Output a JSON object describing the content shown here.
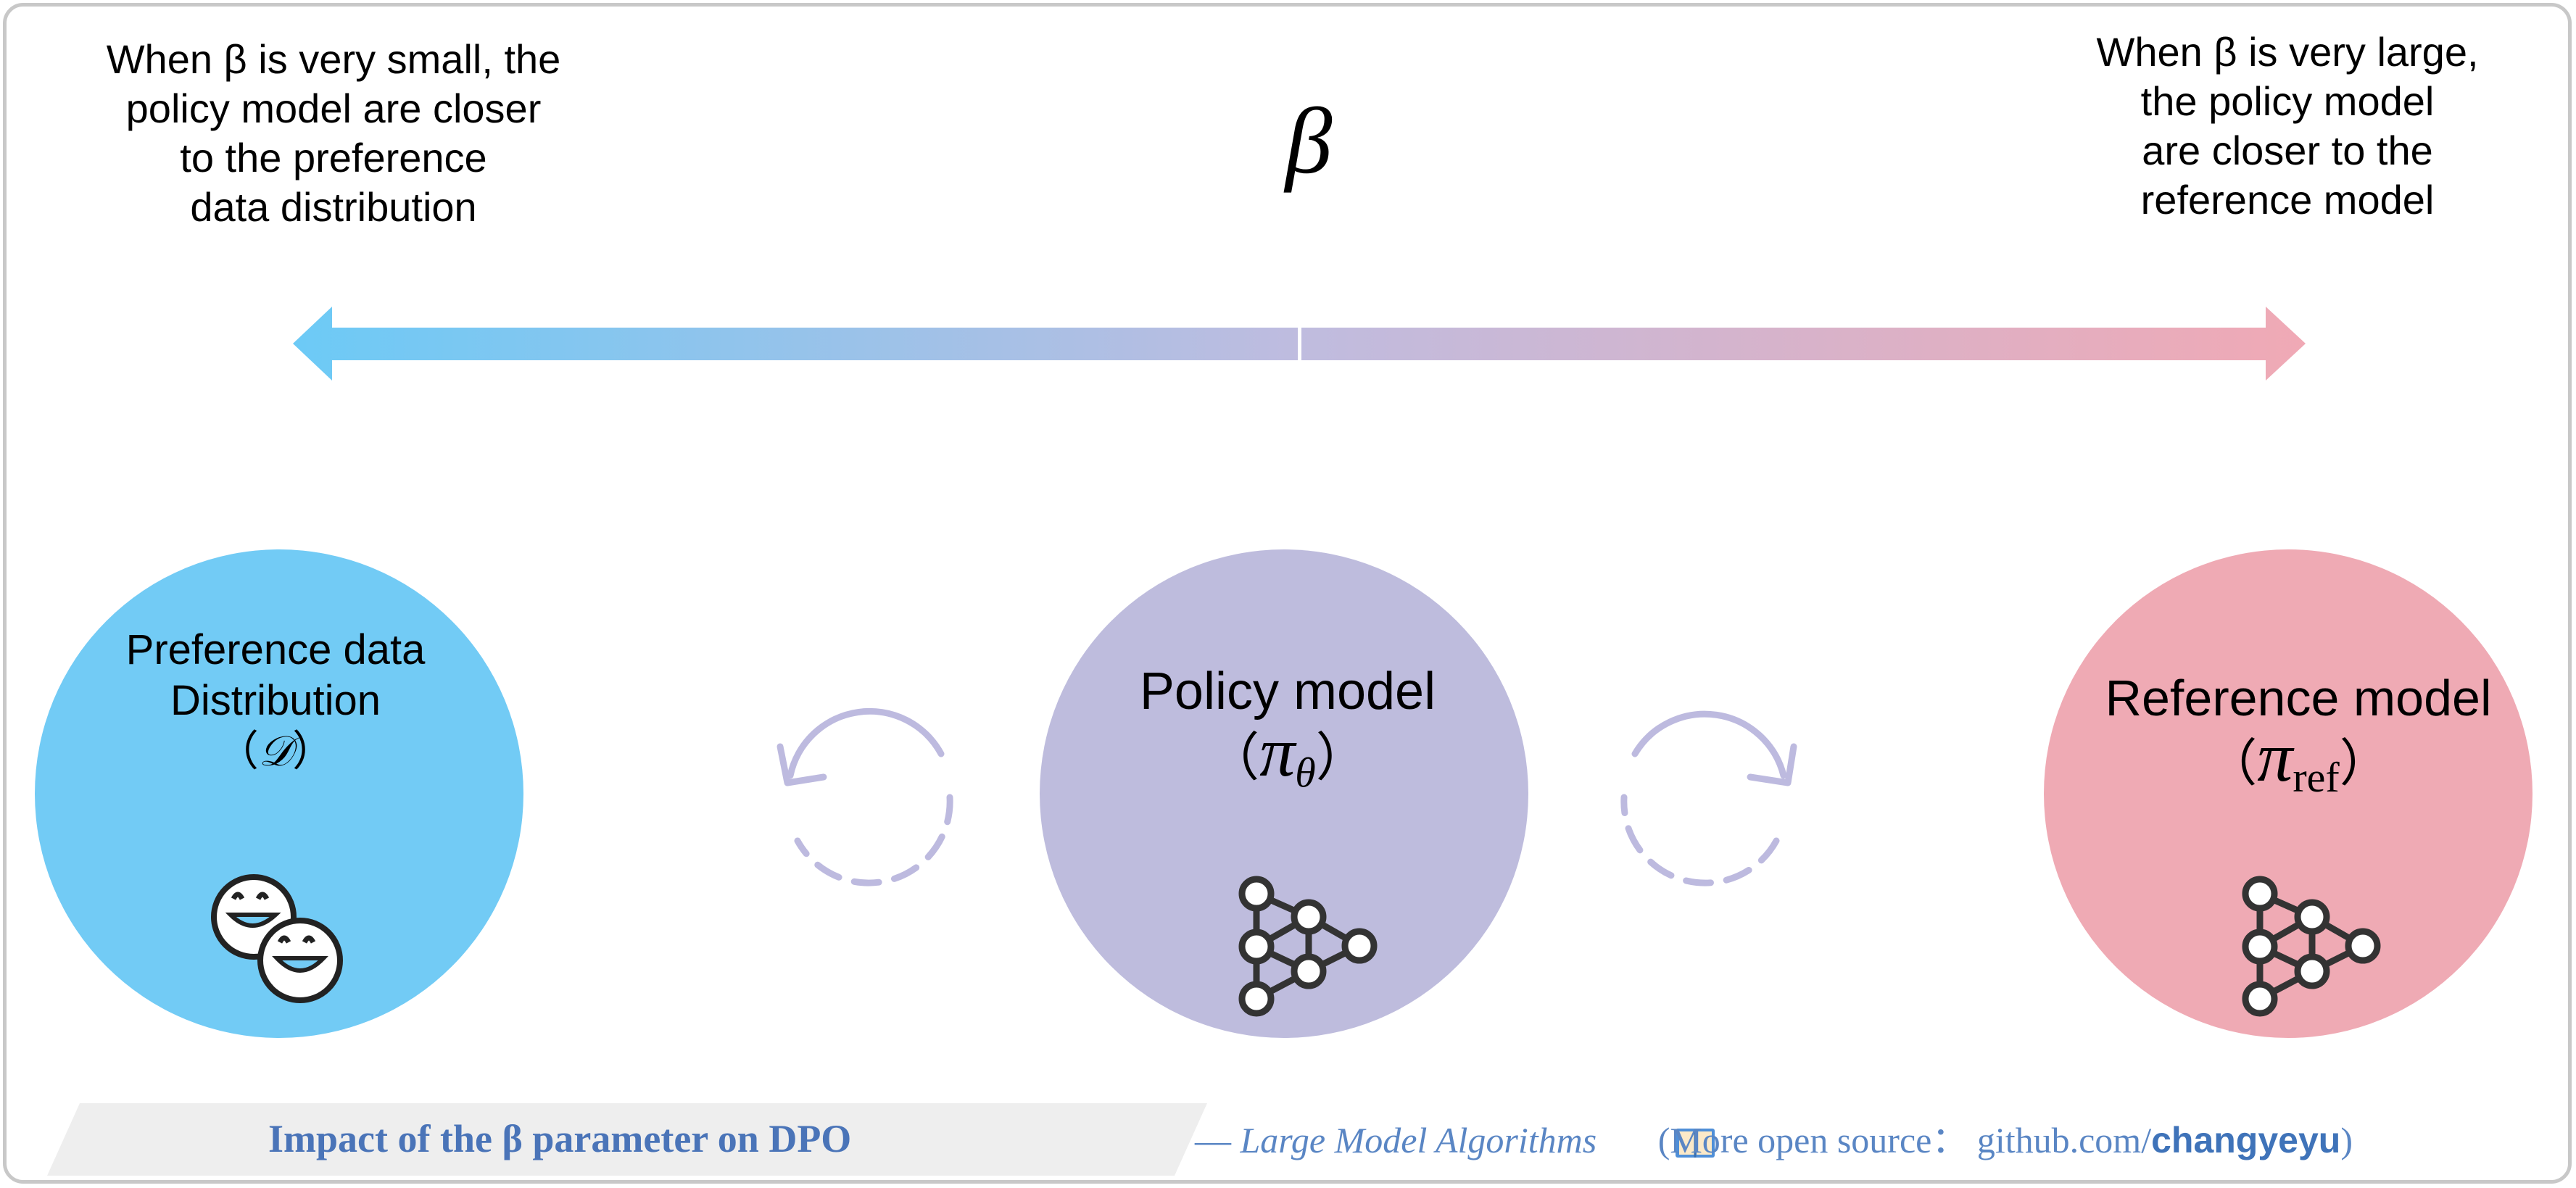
{
  "notes": {
    "left": [
      "When β is very small, the",
      "policy model are closer",
      "to the preference",
      "data distribution"
    ],
    "right": [
      "When β is very large,",
      "the policy model",
      "are closer to the",
      "reference model"
    ]
  },
  "beta_symbol": "β",
  "nodes": {
    "preference": {
      "line1": "Preference data",
      "line2": "Distribution",
      "math": "𝒟",
      "color": "#72cbf5"
    },
    "policy": {
      "line1": "Policy model",
      "math": "π",
      "sub": "θ",
      "color": "#bebcdd"
    },
    "reference": {
      "line1": "Reference model",
      "math": "π",
      "sub": "ref",
      "color": "#efaab4"
    }
  },
  "caption": {
    "title": "Impact of the β parameter on DPO",
    "credit_dash": "— ",
    "credit_book": "Large Model Algorithms",
    "credit_open": " (More open source：   github.com/",
    "credit_user": "changyeyu",
    "credit_close": ")"
  },
  "colors": {
    "arrow_left": "#6ccaf6",
    "arrow_mid": "#bfbcdf",
    "arrow_right": "#f0a9b5",
    "cycle": "#bdbadf",
    "caption_bg": "#eeeeee",
    "caption_text": "#4a74b8"
  },
  "icons": [
    "emoji-faces-icon",
    "network-graph-icon",
    "cycle-arrow-icon"
  ]
}
